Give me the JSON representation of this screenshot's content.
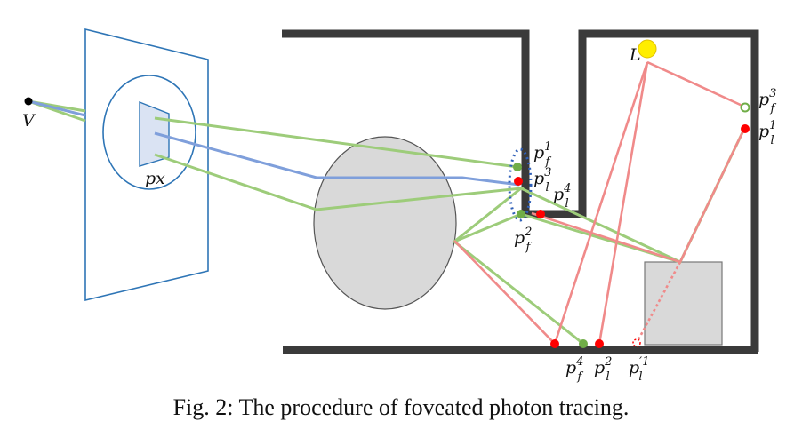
{
  "labels": {
    "viewer": "V",
    "light": "L",
    "pixel": "px",
    "pf": "p",
    "pl": "p",
    "sub_f": "f",
    "sub_l": "l",
    "sup_1": "1",
    "sup_2": "2",
    "sup_3": "3",
    "sup_4": "4",
    "prime": "′"
  },
  "caption": "Fig. 2: The procedure of foveated photon tracing.",
  "colors": {
    "wall": "#3a3a3a",
    "screen": "#2e75b6",
    "green_ray": "#9dcc7a",
    "blue_ray": "#7f9fdb",
    "red_ray": "#f08a8a",
    "green_point": "#70ad47",
    "red_point": "#ff0000",
    "light": "#ffee00",
    "object": "#d9d9d9"
  }
}
